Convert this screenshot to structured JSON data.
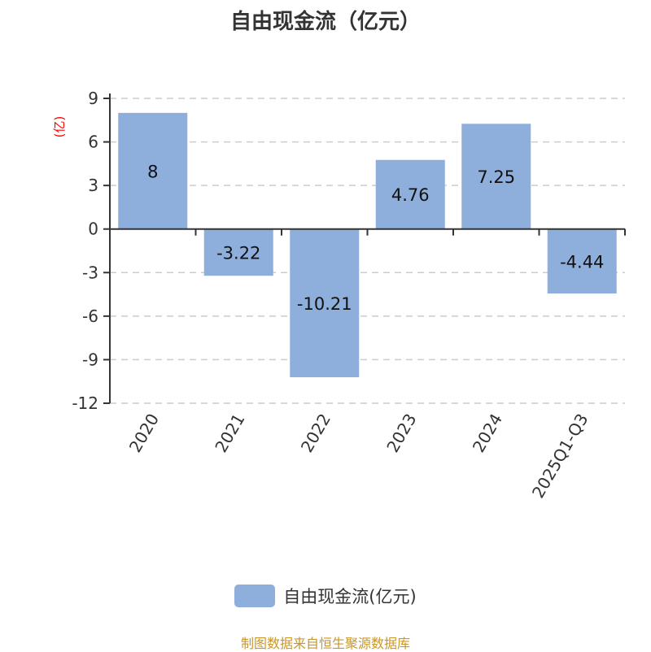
{
  "chart_data": {
    "type": "bar",
    "title": "自由现金流（亿元）",
    "ylabel": "(亿)",
    "xlabel": "",
    "categories": [
      "2020",
      "2021",
      "2022",
      "2023",
      "2024",
      "2025Q1-Q3"
    ],
    "series": [
      {
        "name": "自由现金流(亿元)",
        "values": [
          8,
          -3.22,
          -10.21,
          4.76,
          7.25,
          -4.44
        ],
        "labels": [
          "8",
          "-3.22",
          "-10.21",
          "4.76",
          "7.25",
          "-4.44"
        ]
      }
    ],
    "ylim": [
      -12,
      9
    ],
    "yticks": [
      9,
      6,
      3,
      0,
      -3,
      -6,
      -9,
      -12
    ],
    "grid": true,
    "legend_position": "bottom",
    "colors": {
      "bar": "#8eaedb",
      "ylabel": "#ff0000",
      "source": "#c8962a"
    }
  },
  "source": "制图数据来自恒生聚源数据库"
}
